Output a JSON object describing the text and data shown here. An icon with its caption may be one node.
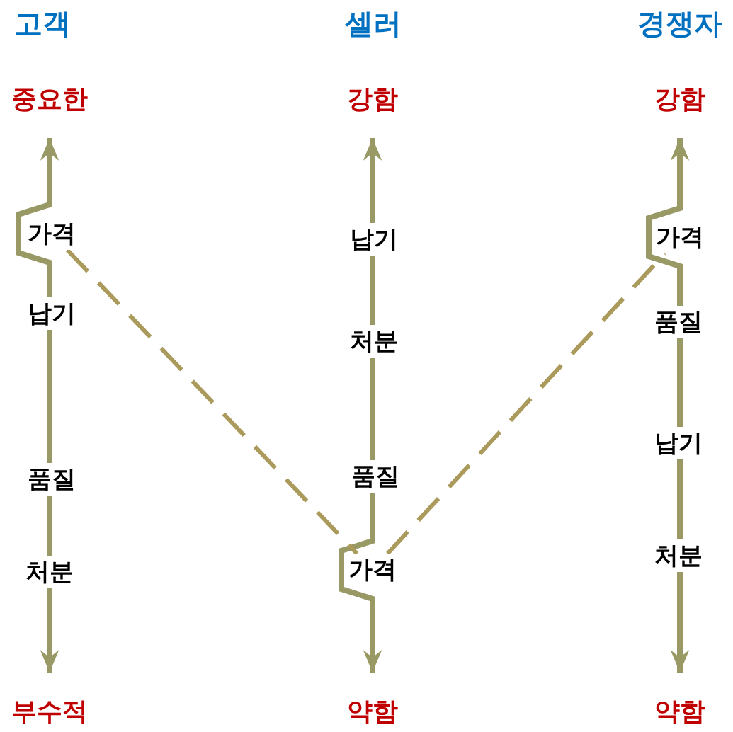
{
  "diagram": {
    "nodes": [
      {
        "text": [
          "중요한"
        ]
      },
      {
        "text": [
          "부수적"
        ]
      },
      {
        "text": [
          "강함"
        ]
      },
      {
        "text": [
          "약함"
        ]
      },
      {
        "text": [
          "강함"
        ]
      },
      {
        "text": [
          "약함"
        ]
      },
      {
        "text": [
          "가격"
        ]
      },
      {
        "text": [
          "가격"
        ]
      },
      {
        "text": [
          "가격"
        ]
      }
    ],
    "edges": [
      {
        "from": 0,
        "to": 1,
        "arrow": "both"
      },
      {
        "from": 2,
        "to": 3,
        "arrow": "both"
      },
      {
        "from": 4,
        "to": 5,
        "arrow": "both"
      },
      {
        "from": 6,
        "to": 7,
        "arrow": "none",
        "style": "dashed",
        "color": "#aa9a5c"
      },
      {
        "from": 7,
        "to": 8,
        "arrow": "none",
        "style": "dashed",
        "color": "#aa9a5c"
      }
    ],
    "labels": [
      "고객",
      "셀러",
      "경쟁자",
      "납기",
      "품질",
      "처분",
      "납기",
      "처분",
      "품질",
      "품질",
      "납기",
      "처분"
    ]
  }
}
